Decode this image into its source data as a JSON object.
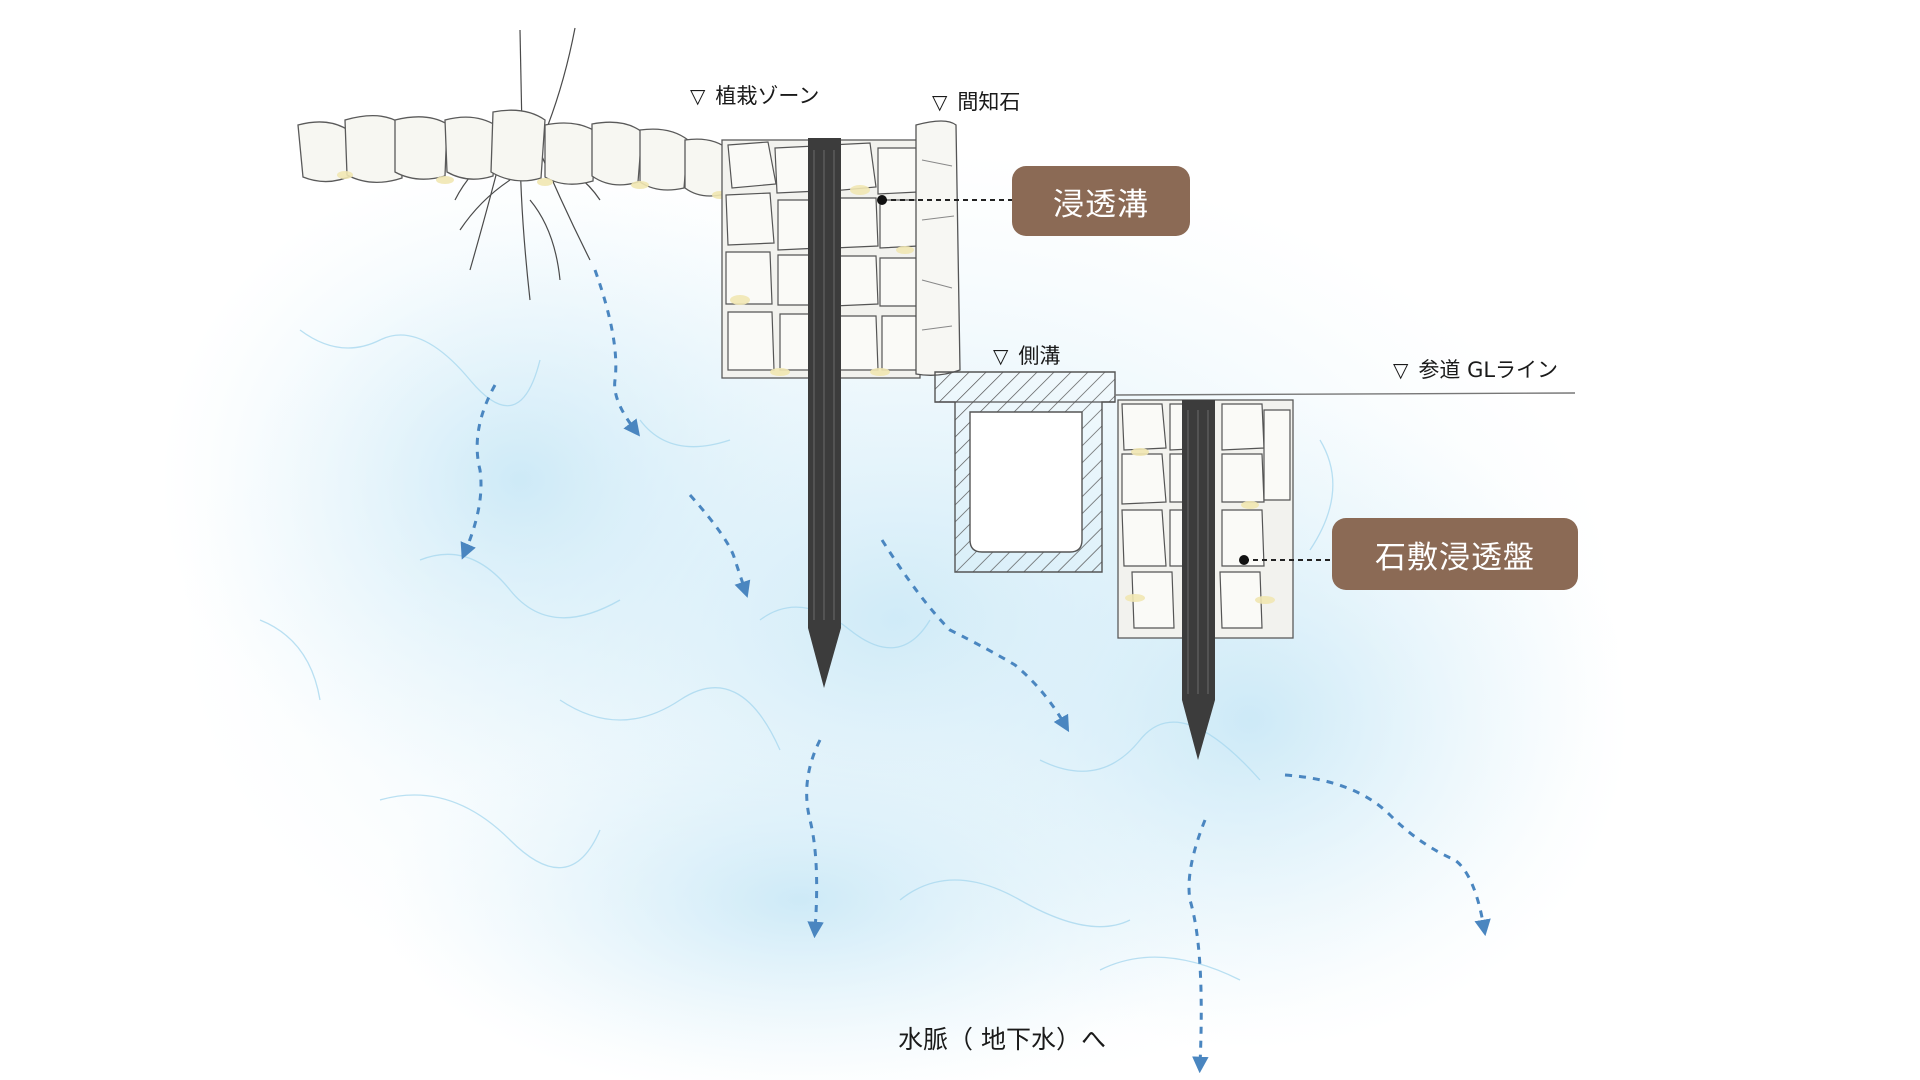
{
  "labels": {
    "planting_zone": "植栽ゾーン",
    "boundary_stone": "間知石",
    "side_ditch": "側溝",
    "approach_gl": "参道 GLライン",
    "groundwater": "水脈（ 地下水）へ"
  },
  "marker_glyph": "▽",
  "callouts": {
    "infiltration_trench": "浸透溝",
    "stone_infiltration_bed": "石敷浸透盤"
  },
  "colors": {
    "callout_fill": "#8b6a55",
    "callout_text": "#ffffff",
    "flow_arrow": "#4a86c0",
    "water_wash": "#d6eef8",
    "gravel_fill": "#f1e7b2",
    "post": "#3c3c3c"
  },
  "icons": {
    "marker": "triangle-down-icon",
    "flow": "dashed-arrow-icon"
  }
}
